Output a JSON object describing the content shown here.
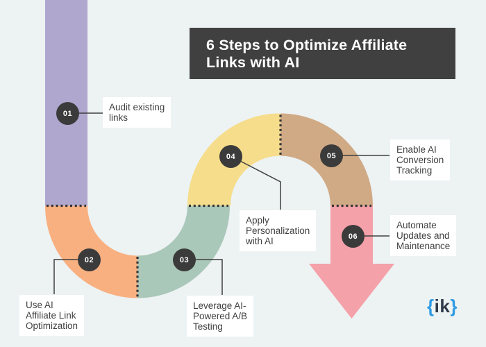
{
  "background_color": "#edf2f3",
  "header": {
    "title": "6 Steps to Optimize Affiliate\nLinks with AI",
    "bg_color": "#404040",
    "text_color": "#ffffff"
  },
  "steps": [
    {
      "number": "01",
      "label": "Audit existing\nlinks",
      "segment_color": "#afa7ce"
    },
    {
      "number": "02",
      "label": "Use AI\nAffiliate Link\nOptimization",
      "segment_color": "#f9b081"
    },
    {
      "number": "03",
      "label": "Leverage AI-\nPowered A/B\nTesting",
      "segment_color": "#aac8ba"
    },
    {
      "number": "04",
      "label": "Apply\nPersonalization\nwith AI",
      "segment_color": "#f6dd8b"
    },
    {
      "number": "05",
      "label": "Enable AI\nConversion\nTracking",
      "segment_color": "#d0a985"
    },
    {
      "number": "06",
      "label": "Automate\nUpdates and\nMaintenance",
      "segment_color": "#f4a1a9"
    }
  ],
  "marker": {
    "bg_color": "#3b3b3b",
    "text_color": "#ffffff"
  },
  "connector_color": "#3f3f3f",
  "separator_dot_color": "#333333",
  "logo": {
    "brace_open": "{",
    "text": "ik",
    "brace_close": "}",
    "brace_color": "#2e9be4",
    "text_color": "#2e3b4a"
  }
}
